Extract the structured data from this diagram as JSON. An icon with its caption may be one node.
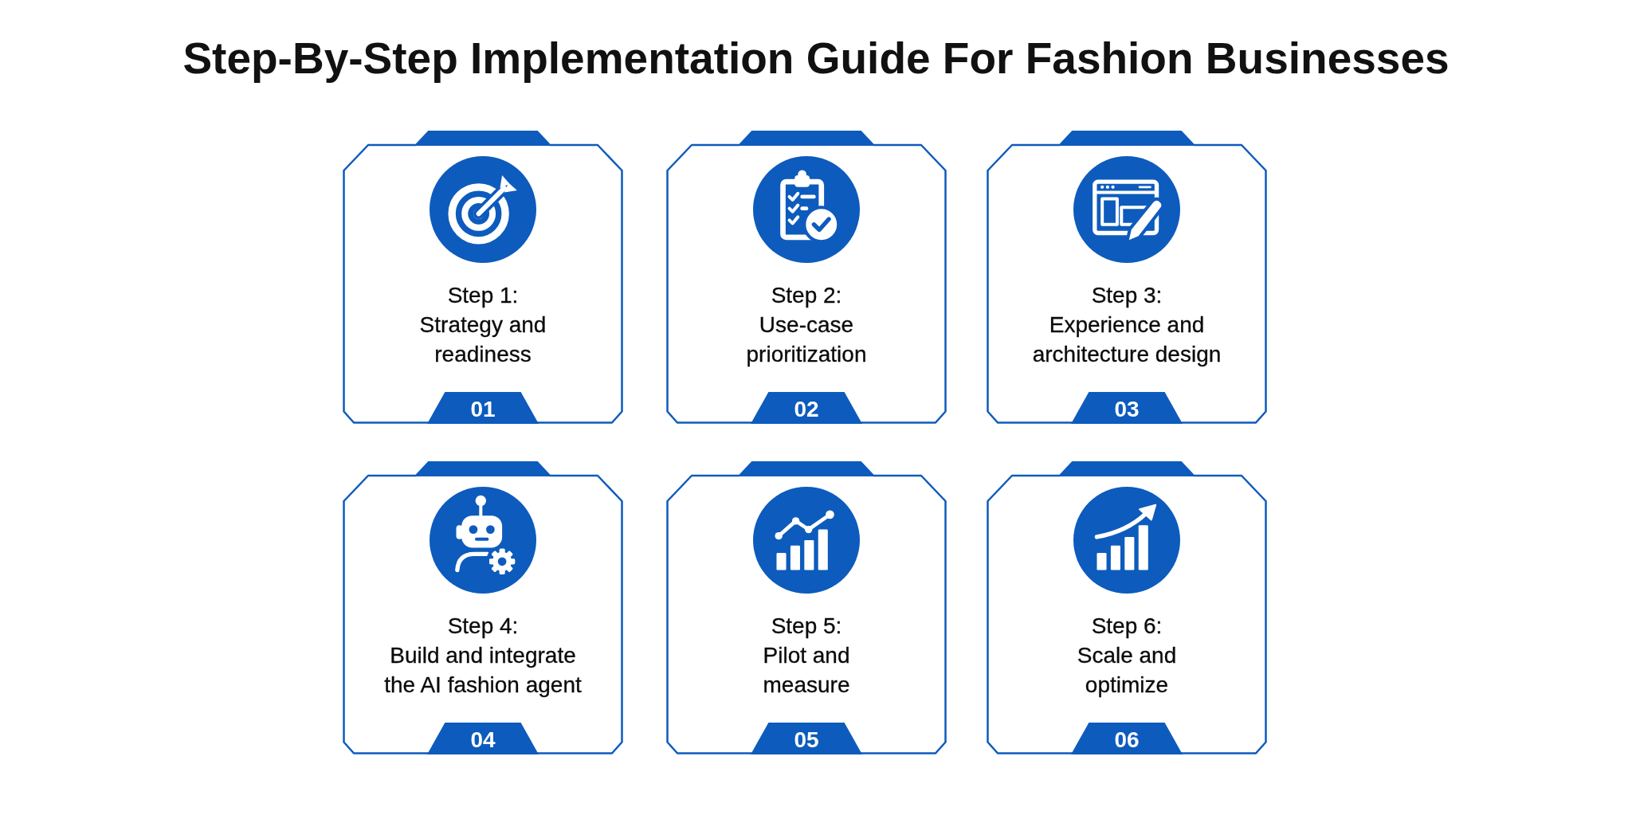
{
  "diagram": {
    "title": "Step-By-Step Implementation Guide For Fashion Businesses",
    "nodes": [
      {
        "text": [
          "Step 1:",
          "Strategy and readiness"
        ]
      },
      {
        "text": [
          "01"
        ],
        "in": 0
      },
      {
        "text": [
          "Step 2:",
          "Use-case prioritization"
        ]
      },
      {
        "text": [
          "02"
        ],
        "in": 2
      },
      {
        "text": [
          "Step 3:",
          "Experience and architecture design"
        ]
      },
      {
        "text": [
          "03"
        ],
        "in": 4
      },
      {
        "text": [
          "Step 4:",
          "Build and integrate the AI fashion agent"
        ]
      },
      {
        "text": [
          "04"
        ],
        "in": 6
      },
      {
        "text": [
          "Step 5:",
          "Pilot and measure"
        ]
      },
      {
        "text": [
          "05"
        ],
        "in": 8
      },
      {
        "text": [
          "Step 6:",
          "Scale and optimize"
        ]
      },
      {
        "text": [
          "06"
        ],
        "in": 10
      }
    ]
  }
}
